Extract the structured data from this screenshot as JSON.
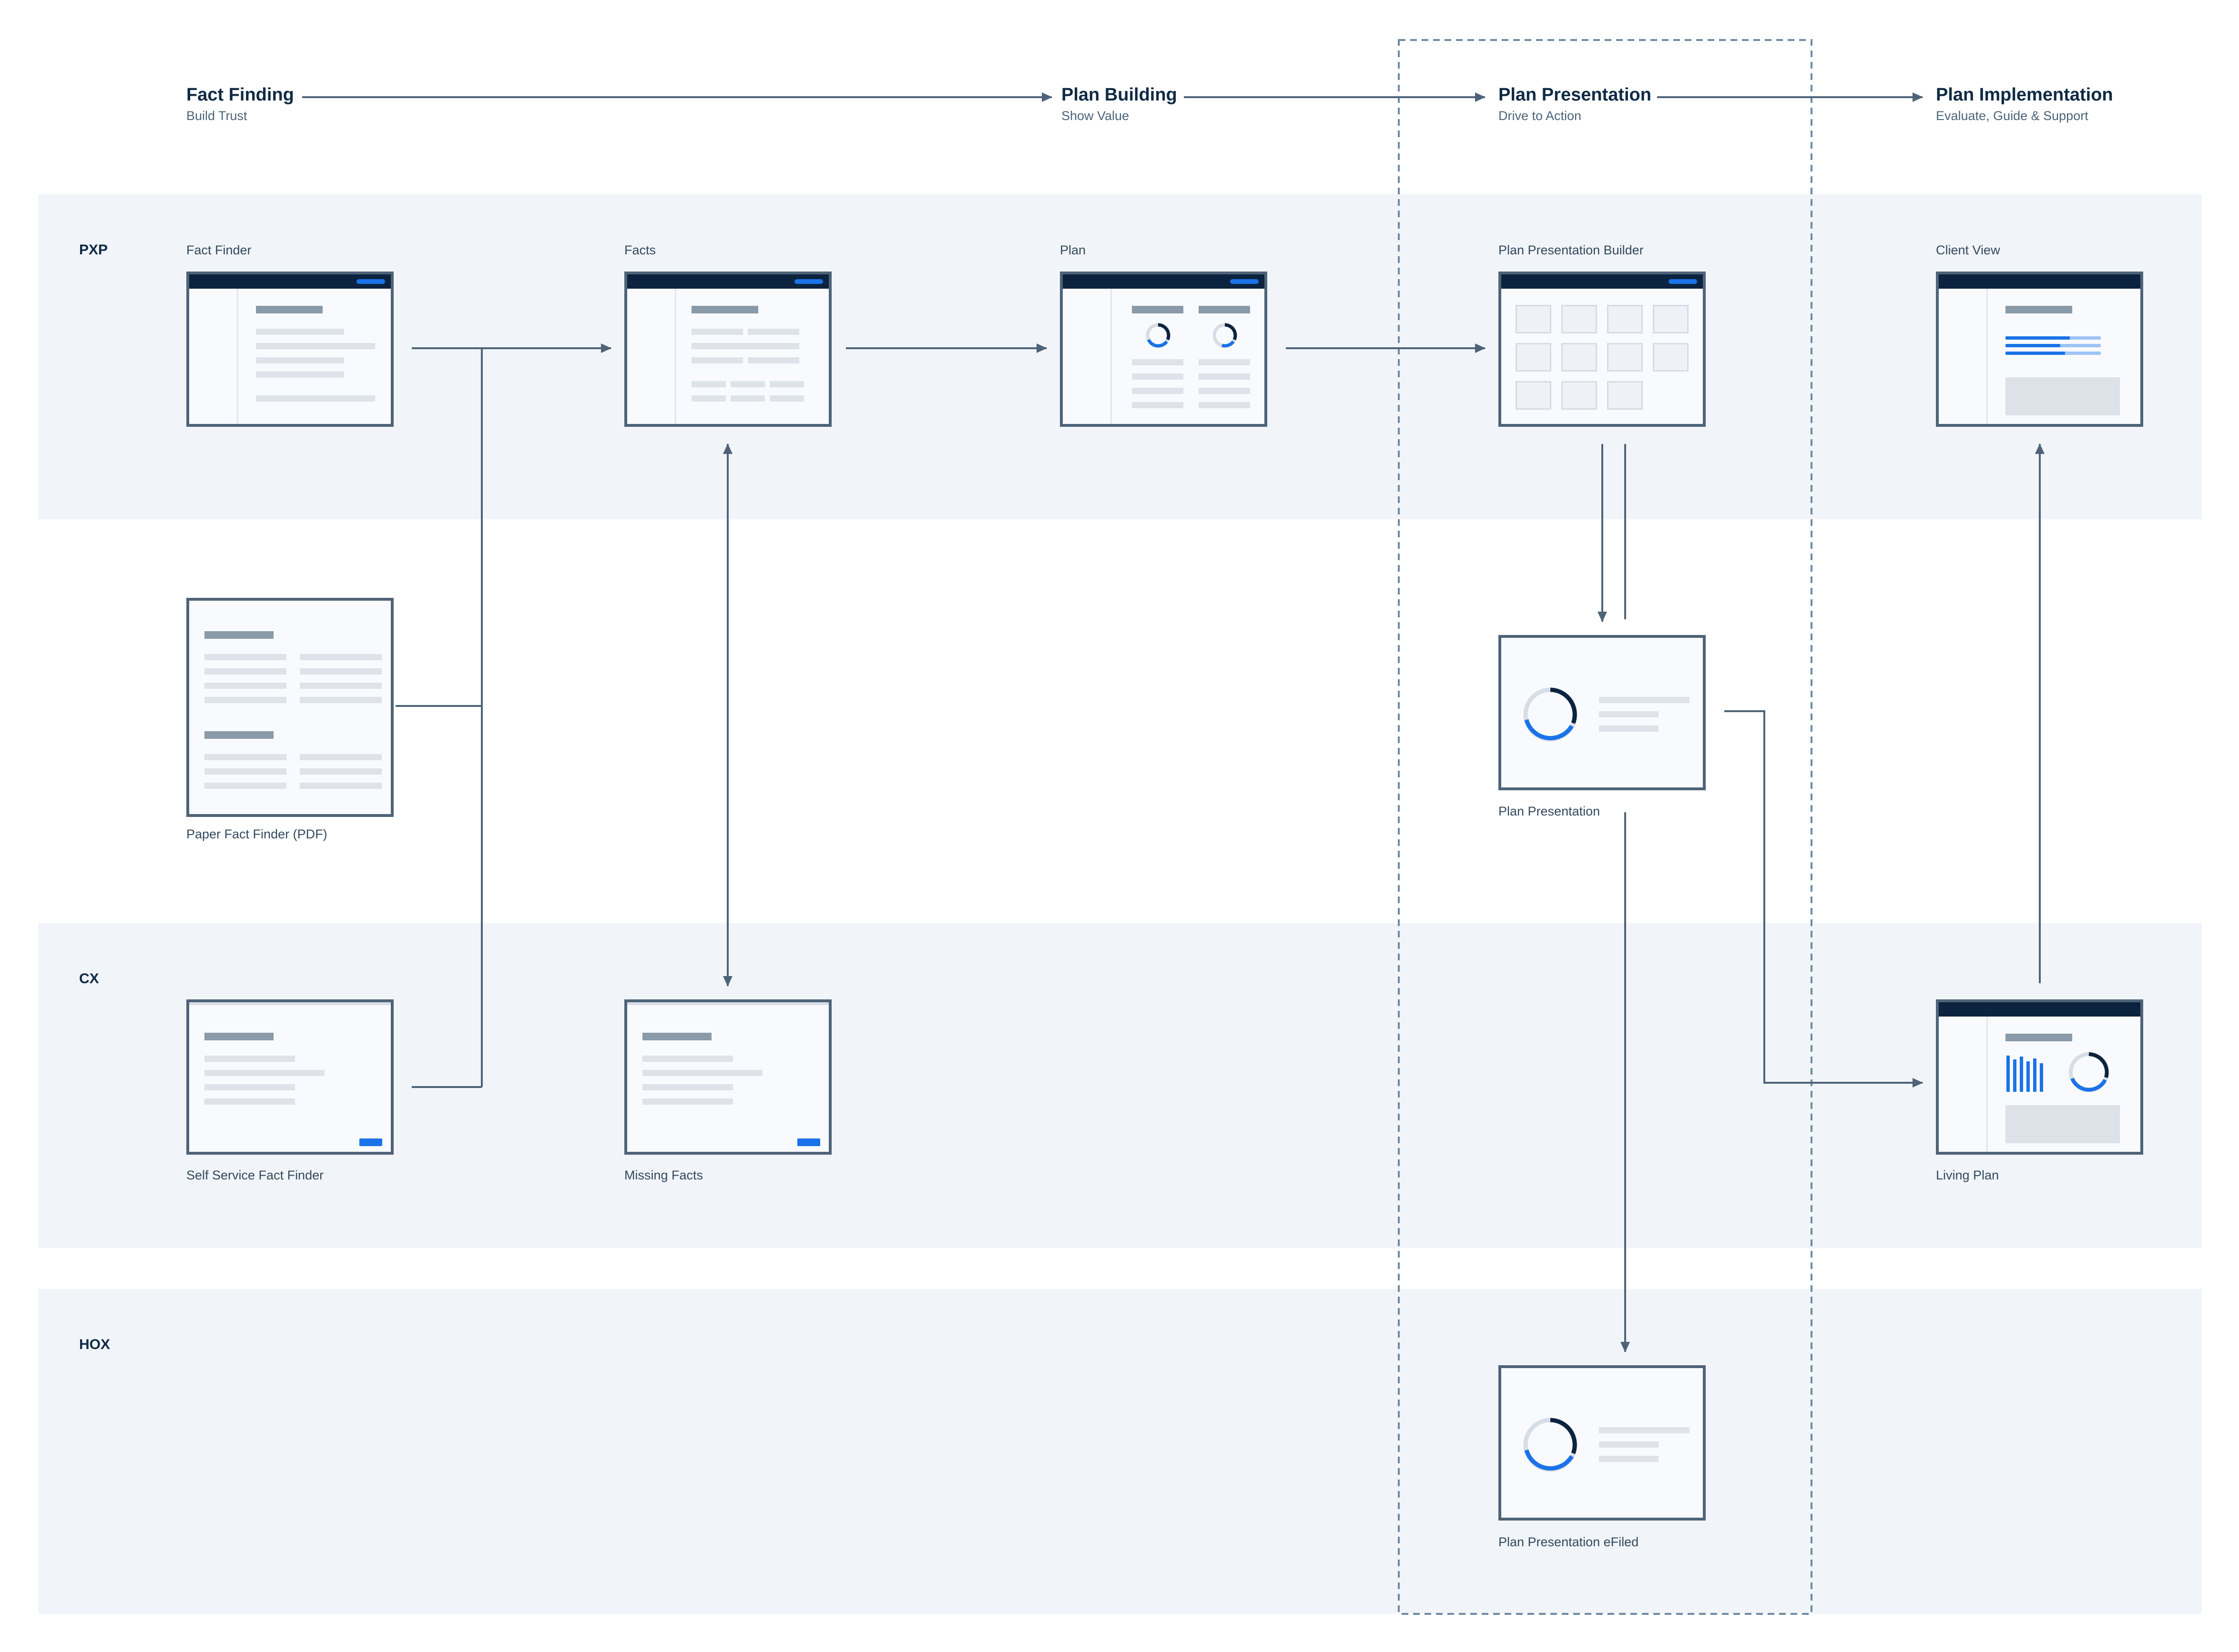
{
  "stages": [
    {
      "title": "Fact Finding",
      "subtitle": "Build Trust"
    },
    {
      "title": "Plan Building",
      "subtitle": "Show Value"
    },
    {
      "title": "Plan Presentation",
      "subtitle": "Drive to Action"
    },
    {
      "title": "Plan Implementation",
      "subtitle": "Evaluate, Guide & Support"
    }
  ],
  "lanes": [
    "PXP",
    "CX",
    "HOX"
  ],
  "nodes": {
    "fact_finder": "Fact Finder",
    "facts": "Facts",
    "plan": "Plan",
    "plan_presentation_builder": "Plan Presentation Builder",
    "client_view": "Client View",
    "paper_fact_finder": "Paper Fact Finder (PDF)",
    "plan_presentation": "Plan Presentation",
    "self_service_fact_finder": "Self Service Fact Finder",
    "missing_facts": "Missing Facts",
    "living_plan": "Living Plan",
    "plan_presentation_efiled": "Plan Presentation eFiled"
  },
  "colors": {
    "lane_bg": "#f1f4f9",
    "line": "#4e6377",
    "accent": "#1a73e8",
    "dark_bar": "#0c2340",
    "highlight_border": "#6e8aa3"
  }
}
